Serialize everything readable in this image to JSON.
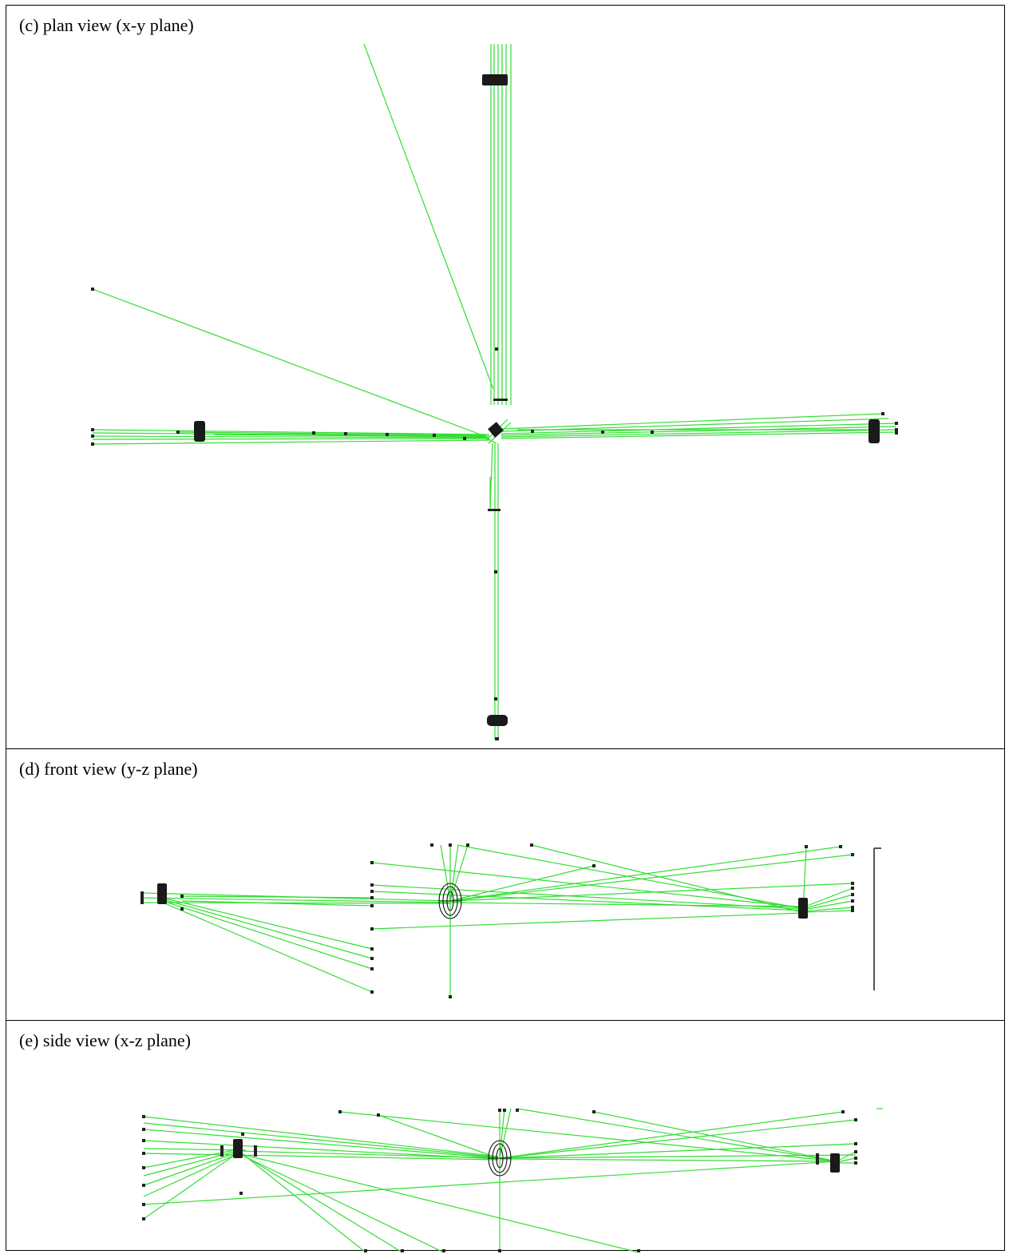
{
  "figure": {
    "panels": [
      {
        "id": "c",
        "title": "(c) plan view (x-y plane)"
      },
      {
        "id": "d",
        "title": "(d) front view (y-z plane)"
      },
      {
        "id": "e",
        "title": "(e) side view (x-z plane)"
      }
    ]
  },
  "colors": {
    "member": "#33dd33",
    "node": "#222222",
    "frame": "#000000"
  }
}
